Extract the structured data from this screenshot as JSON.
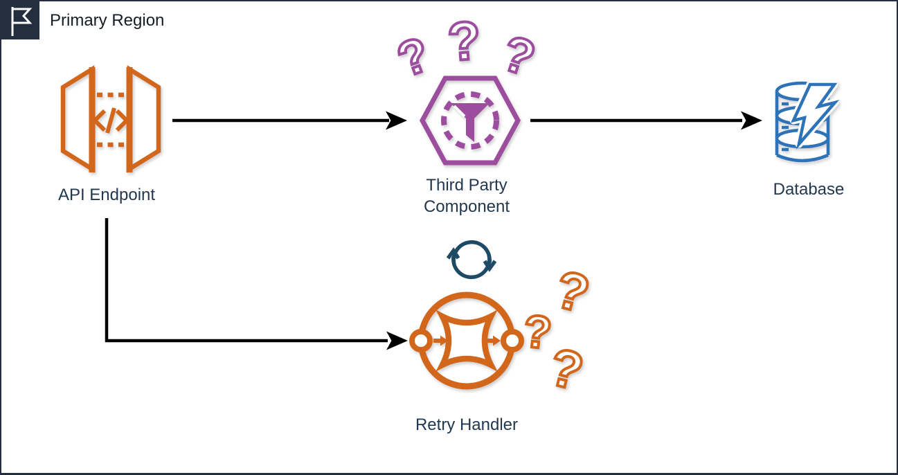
{
  "region": {
    "title": "Primary Region"
  },
  "qm_glyph": "?",
  "nodes": {
    "api_endpoint": {
      "label": "API Endpoint",
      "icon": "api-gateway-endpoint-icon"
    },
    "third_party": {
      "label": "Third Party Component",
      "label_line1": "Third Party",
      "label_line2": "Component",
      "icon": "third-party-hexagon-filter-icon",
      "decoration": "question-marks"
    },
    "database": {
      "label": "Database",
      "icon": "database-lightning-icon"
    },
    "retry_handler": {
      "label": "Retry Handler",
      "icon": "retry-workflow-icon",
      "decoration": "question-marks"
    },
    "retry_loop": {
      "icon": "sync-arrows-icon"
    }
  },
  "edges": [
    {
      "id": "api-to-third-party",
      "from": "api_endpoint",
      "to": "third_party"
    },
    {
      "id": "third-party-to-database",
      "from": "third_party",
      "to": "database"
    },
    {
      "id": "api-to-retry-handler",
      "from": "api_endpoint",
      "to": "retry_handler"
    }
  ],
  "colors": {
    "region_border": "#232f3e",
    "title_text": "#141c24",
    "node_label": "#22384f",
    "arrow": "#000000",
    "icon_orange": "#d2671c",
    "icon_purple": "#9d4d9d",
    "icon_blue": "#2e73b8",
    "icon_navy": "#1d4b66"
  }
}
